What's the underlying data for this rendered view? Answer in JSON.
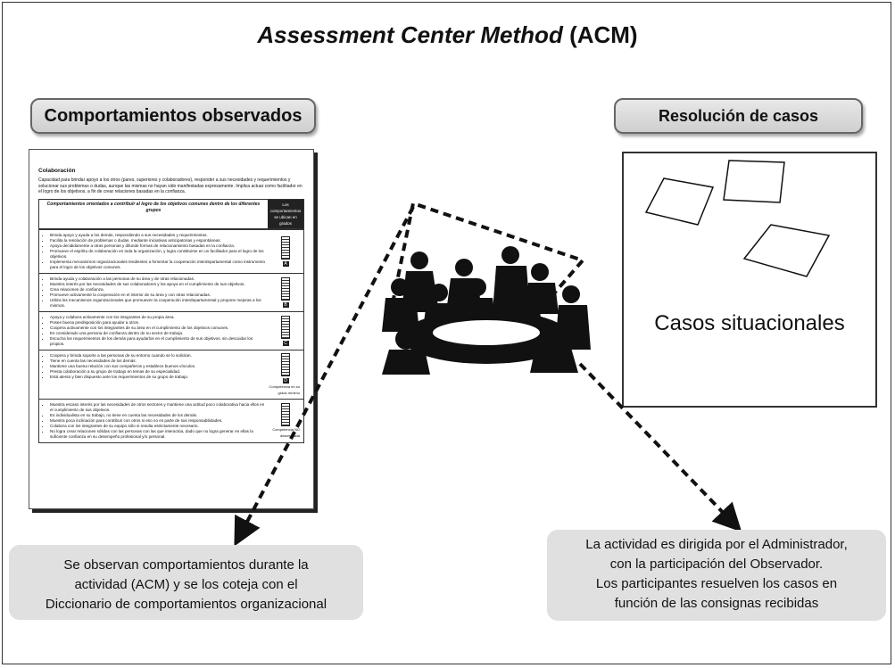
{
  "title": {
    "italic": "Assessment Center Method",
    "suffix": "(ACM)"
  },
  "left_panel": {
    "label": "Comportamientos observados"
  },
  "right_panel": {
    "label": "Resolución de casos",
    "caption": "Casos situacionales"
  },
  "document": {
    "heading": "Colaboración",
    "intro": "Capacidad para brindar apoyo a los otros (pares, superiores y colaboradores), responder a sus necesidades y requerimientos y solucionar sus problemas o dudas, aunque las mismas no hayan sido manifestadas expresamente. Implica actuar como facilitador en el logro de los objetivos, a fin de crear relaciones basadas en la confianza.",
    "table_header": "Comportamientos orientados a contribuir al logro de los objetivos comunes dentro de los diferentes grupos",
    "table_header_right": "Los comportamientos se ubican en grados",
    "sections": [
      {
        "grade": "A",
        "items": [
          "Brinda apoyo y ayuda a los demás, respondiendo a sus necesidades y requerimientos.",
          "Facilita la resolución de problemas o dudas, mediante iniciativas anticipatorias y espontáneas.",
          "Apoya decididamente a otras personas y difunde formas de relacionamiento basadas en la confianza.",
          "Promueve el espíritu de colaboración en toda la organización, y logra constituirse en un facilitador para el logro de los objetivos.",
          "Implementa mecanismos organizacionales tendientes a fomentar la cooperación interdepartamental como instrumento para el logro de los objetivos comunes."
        ]
      },
      {
        "grade": "B",
        "items": [
          "Brinda ayuda y colaboración a las personas de su área y de otras relacionadas.",
          "Muestra interés por las necesidades de sus colaboradores y los apoya en el cumplimiento de sus objetivos.",
          "Crea relaciones de confianza.",
          "Promueve activamente la cooperación en el interior de su área y con otras relacionadas.",
          "Utiliza los mecanismos organizacionales que promueven la cooperación interdepartamental y propone mejoras a los mismos."
        ]
      },
      {
        "grade": "C",
        "items": [
          "Apoya y colabora activamente con los integrantes de su propia área.",
          "Posee buena predisposición para ayudar a otros.",
          "Coopera activamente con los integrantes de su área en el cumplimiento de los objetivos comunes.",
          "Es considerado una persona de confianza dentro de su sector de trabajo.",
          "Escucha los requerimientos de los demás para ayudarlos en el cumplimiento de sus objetivos, sin descuidar los propios."
        ]
      },
      {
        "grade": "D",
        "items": [
          "Coopera y brinda soporte a las personas de su entorno cuando se lo solicitan.",
          "Tiene en cuenta las necesidades de los demás.",
          "Mantiene una buena relación con sus compañeros y establece buenos vínculos.",
          "Presta colaboración a su grupo de trabajo en temas de su especialidad.",
          "Está atento y bien dispuesto ante los requerimientos de su grupo de trabajo."
        ]
      },
      {
        "grade": "",
        "items": [
          "Muestra escaso interés por las necesidades de otros sectores y mantiene una actitud poco colaborativa hacia ellos en el cumplimiento de sus objetivos.",
          "Es individualista en su trabajo, no tiene en cuenta las necesidades de los demás.",
          "Muestra poca inclinación para contribuir con otros si eso no es parte de sus responsabilidades.",
          "Colabora con los integrantes de su equipo sólo si resulta estrictamente necesario.",
          "No logra crear relaciones sólidas con las personas con las que interactúa, dado que no logra generar en ellas la suficiente confianza en su desempeño profesional y/o personal."
        ]
      }
    ],
    "note_minimum": "Competencia en su grado mínimo",
    "note_not_developed": "Competencia NO desarrollada"
  },
  "callouts": {
    "left": [
      "Se observan comportamientos durante la",
      "actividad (ACM) y se los coteja con el",
      "Diccionario de comportamientos organizacional"
    ],
    "right": [
      "La actividad es dirigida por el Administrador,",
      "con la participación del Observador.",
      "Los participantes resuelven los casos en",
      "función de las consignas recibidas"
    ]
  }
}
